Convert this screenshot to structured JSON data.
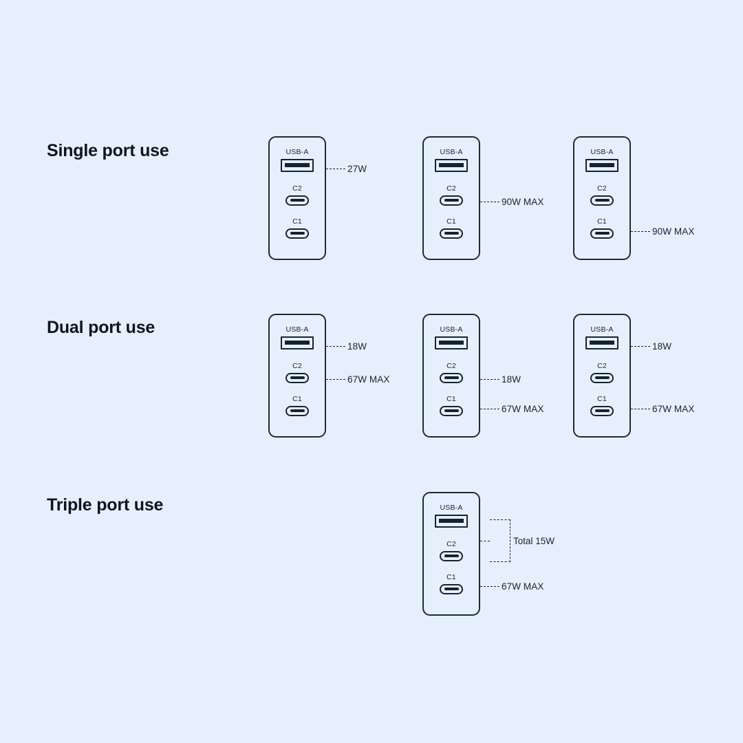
{
  "background_color": "#e6f0fc",
  "line_color": "#16222e",
  "sections": [
    {
      "id": "single",
      "title": "Single port use",
      "devices": [
        {
          "ports": {
            "usb_a": "USB-A",
            "c2": "C2",
            "c1": "C1"
          },
          "callouts": [
            {
              "target": "usb-a",
              "text": "27W"
            }
          ]
        },
        {
          "ports": {
            "usb_a": "USB-A",
            "c2": "C2",
            "c1": "C1"
          },
          "callouts": [
            {
              "target": "c2",
              "text": "90W MAX"
            }
          ]
        },
        {
          "ports": {
            "usb_a": "USB-A",
            "c2": "C2",
            "c1": "C1"
          },
          "callouts": [
            {
              "target": "c1",
              "text": "90W MAX"
            }
          ]
        }
      ]
    },
    {
      "id": "dual",
      "title": "Dual port use",
      "devices": [
        {
          "ports": {
            "usb_a": "USB-A",
            "c2": "C2",
            "c1": "C1"
          },
          "callouts": [
            {
              "target": "usb-a",
              "text": "18W"
            },
            {
              "target": "c2",
              "text": "67W MAX"
            }
          ]
        },
        {
          "ports": {
            "usb_a": "USB-A",
            "c2": "C2",
            "c1": "C1"
          },
          "callouts": [
            {
              "target": "c2",
              "text": "18W"
            },
            {
              "target": "c1",
              "text": "67W MAX"
            }
          ]
        },
        {
          "ports": {
            "usb_a": "USB-A",
            "c2": "C2",
            "c1": "C1"
          },
          "callouts": [
            {
              "target": "usb-a",
              "text": "18W"
            },
            {
              "target": "c1",
              "text": "67W MAX"
            }
          ]
        }
      ]
    },
    {
      "id": "triple",
      "title": "Triple port use",
      "devices": [
        {
          "ports": {
            "usb_a": "USB-A",
            "c2": "C2",
            "c1": "C1"
          },
          "bracket": {
            "text": "Total 15W",
            "spans": "usb-a+c2"
          },
          "callouts": [
            {
              "target": "c1",
              "text": "67W MAX"
            }
          ]
        }
      ]
    }
  ]
}
